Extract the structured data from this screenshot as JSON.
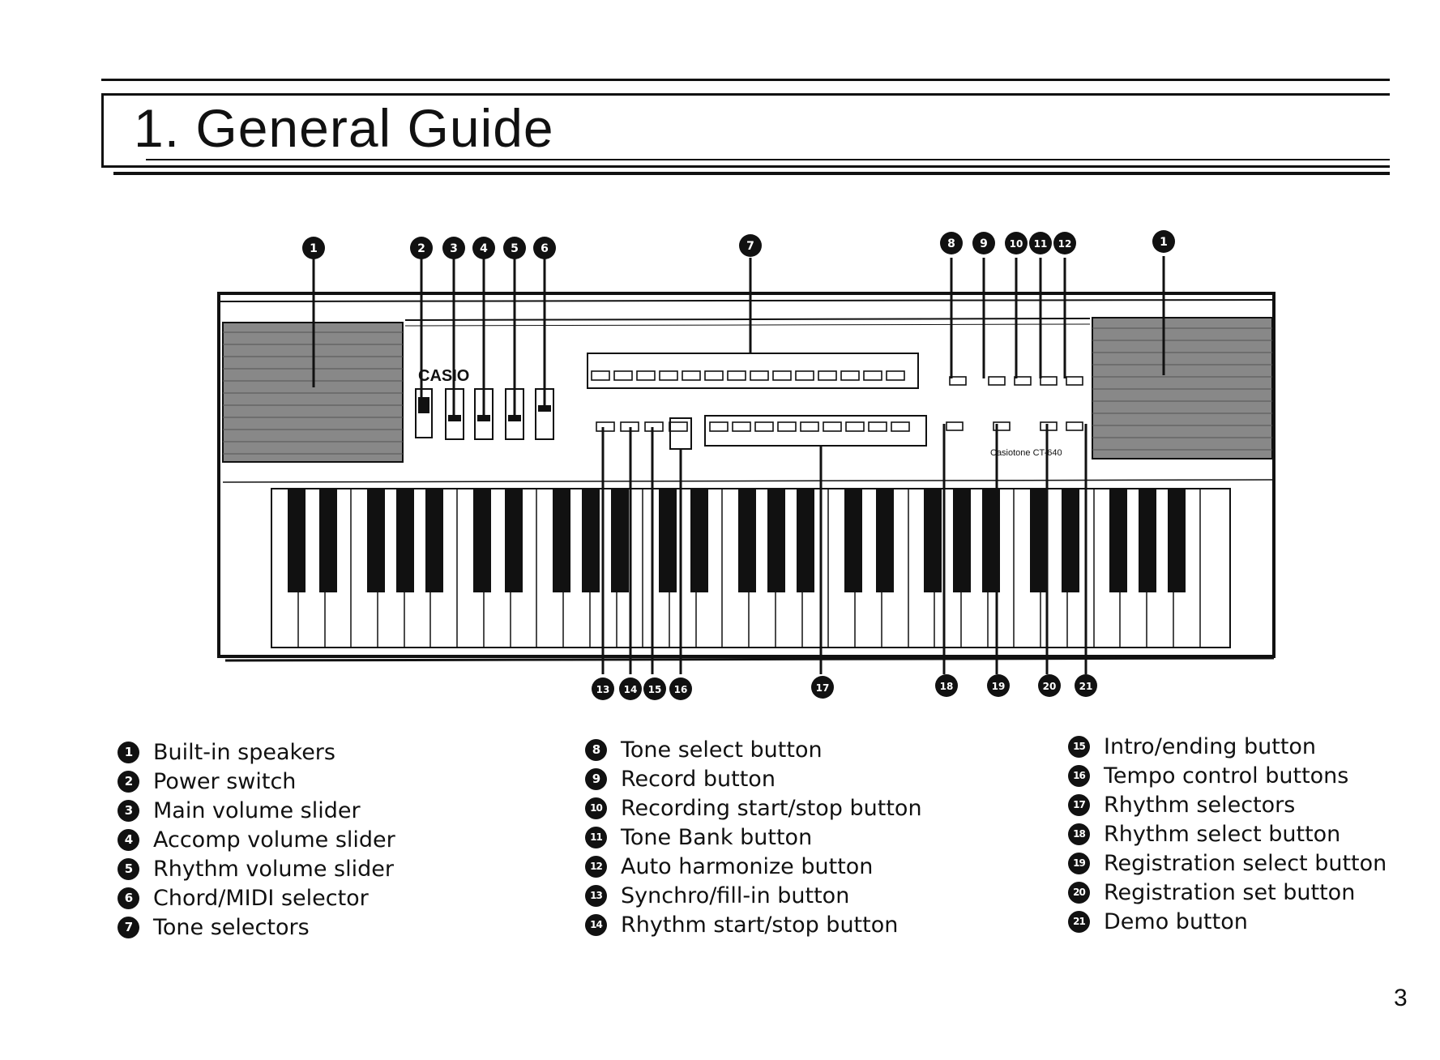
{
  "header": {
    "title": "1. General Guide"
  },
  "keyboard": {
    "brand": "CASIO",
    "model": "Casiotone CT-640"
  },
  "legend": {
    "column1": [
      {
        "num": "1",
        "label": "Built-in speakers"
      },
      {
        "num": "2",
        "label": "Power switch"
      },
      {
        "num": "3",
        "label": "Main volume slider"
      },
      {
        "num": "4",
        "label": "Accomp volume slider"
      },
      {
        "num": "5",
        "label": "Rhythm volume slider"
      },
      {
        "num": "6",
        "label": "Chord/MIDI selector"
      },
      {
        "num": "7",
        "label": "Tone selectors"
      }
    ],
    "column2": [
      {
        "num": "8",
        "label": "Tone select button"
      },
      {
        "num": "9",
        "label": "Record button"
      },
      {
        "num": "10",
        "label": "Recording start/stop button"
      },
      {
        "num": "11",
        "label": "Tone Bank button"
      },
      {
        "num": "12",
        "label": "Auto harmonize button"
      },
      {
        "num": "13",
        "label": "Synchro/fill-in button"
      },
      {
        "num": "14",
        "label": "Rhythm start/stop button"
      }
    ],
    "column3": [
      {
        "num": "15",
        "label": "Intro/ending button"
      },
      {
        "num": "16",
        "label": "Tempo control buttons"
      },
      {
        "num": "17",
        "label": "Rhythm selectors"
      },
      {
        "num": "18",
        "label": "Rhythm select button"
      },
      {
        "num": "19",
        "label": "Registration select button"
      },
      {
        "num": "20",
        "label": "Registration set button"
      },
      {
        "num": "21",
        "label": "Demo button"
      }
    ]
  },
  "page_number": "3"
}
